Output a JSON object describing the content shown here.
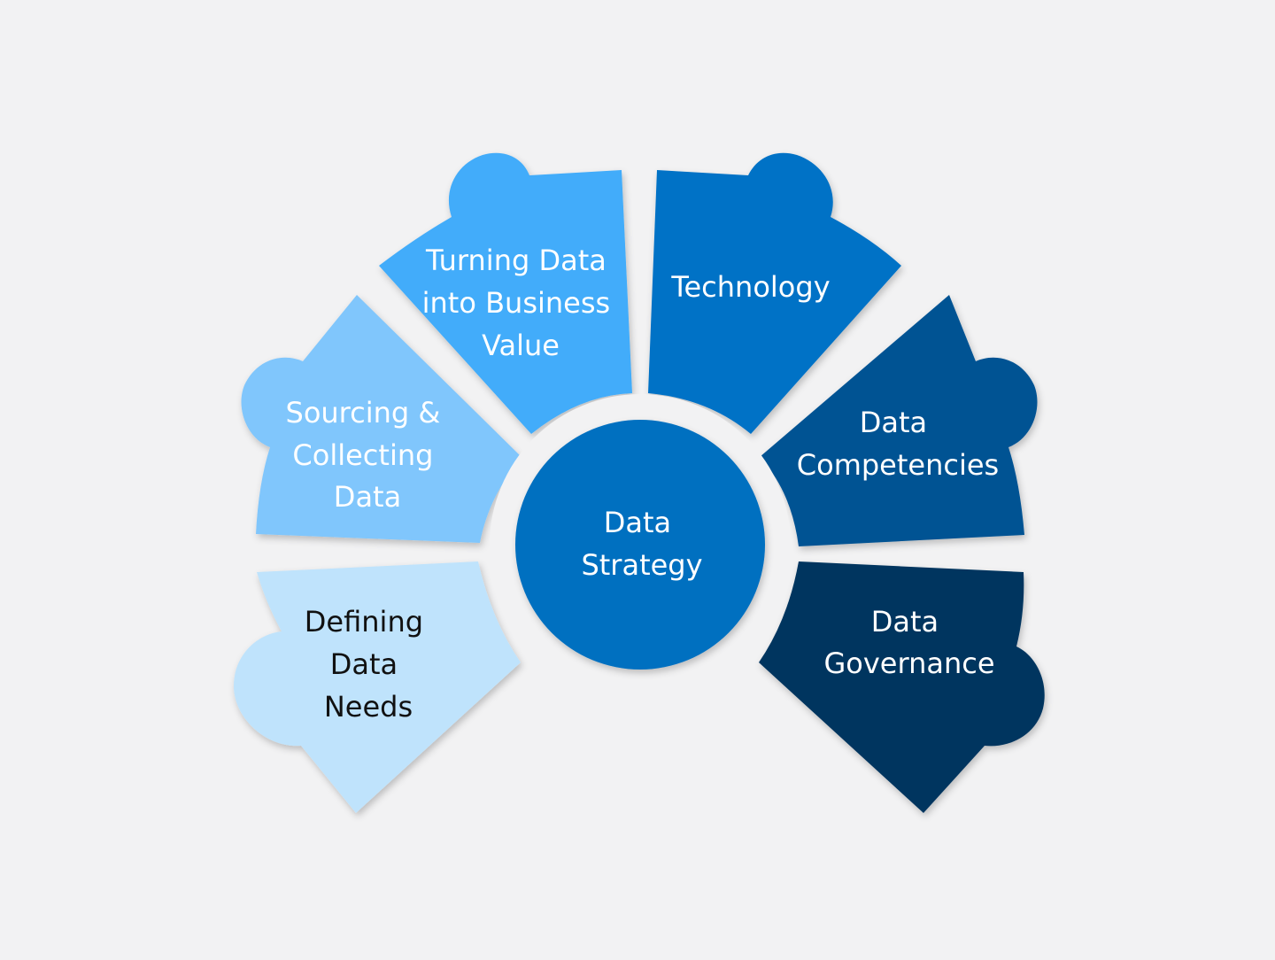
{
  "diagram": {
    "center": {
      "lines": [
        "Data",
        "Strategy"
      ],
      "color": "#0070c0",
      "text_color": "#ffffff"
    },
    "segments": [
      {
        "id": "defining-data-needs",
        "lines": [
          "Defining",
          "Data",
          "Needs"
        ],
        "color": "#bfe3fc",
        "text_color": "#111111"
      },
      {
        "id": "sourcing-collecting-data",
        "lines": [
          "Sourcing &",
          "Collecting",
          "Data"
        ],
        "color": "#80c6fc",
        "text_color": "#ffffff"
      },
      {
        "id": "turning-data-into-business-value",
        "lines": [
          "Turning Data",
          "into Business",
          "Value"
        ],
        "color": "#42acfa",
        "text_color": "#ffffff"
      },
      {
        "id": "technology",
        "lines": [
          "Technology"
        ],
        "color": "#0072c6",
        "text_color": "#ffffff"
      },
      {
        "id": "data-competencies",
        "lines": [
          "Data",
          "Competencies"
        ],
        "color": "#005293",
        "text_color": "#ffffff"
      },
      {
        "id": "data-governance",
        "lines": [
          "Data",
          "Governance"
        ],
        "color": "#00365f",
        "text_color": "#ffffff"
      }
    ]
  }
}
